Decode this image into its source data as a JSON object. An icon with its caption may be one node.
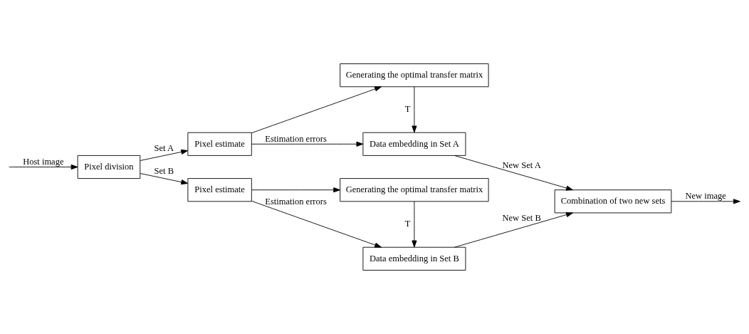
{
  "diagram": {
    "nodes": [
      {
        "text": [
          "Pixel division"
        ]
      },
      {
        "text": [
          "Pixel estimate"
        ]
      },
      {
        "text": [
          "Generating the optimal transfer matrix"
        ]
      },
      {
        "text": [
          "Data embedding in Set A"
        ]
      },
      {
        "text": [
          "Combination of two new sets"
        ]
      },
      {
        "text": [
          "Pixel estimate"
        ]
      },
      {
        "text": [
          "Data embedding in Set B"
        ]
      },
      {
        "text": [
          "Generating the optimal transfer matrix"
        ]
      }
    ],
    "edges": [
      {
        "from": null,
        "to": 0,
        "arrow": "to",
        "label": "Host image"
      },
      {
        "from": 0,
        "to": 1,
        "arrow": "to",
        "label": "Set A"
      },
      {
        "from": 0,
        "to": 5,
        "arrow": "to",
        "label": "Set B"
      },
      {
        "from": 1,
        "to": 3,
        "arrow": "to",
        "label": "Estimation errors"
      },
      {
        "from": 1,
        "to": 2,
        "arrow": "to"
      },
      {
        "from": 2,
        "to": 3,
        "arrow": "to",
        "label": "T"
      },
      {
        "from": 3,
        "to": 4,
        "arrow": "to",
        "label": "New Set A"
      },
      {
        "from": 4,
        "to": null,
        "arrow": "to",
        "label": "New image"
      },
      {
        "from": 5,
        "to": 6,
        "arrow": "to",
        "label": "Estimation errors"
      },
      {
        "from": 5,
        "to": 7,
        "arrow": "to"
      },
      {
        "from": 7,
        "to": 6,
        "arrow": "to",
        "label": "T"
      },
      {
        "from": 6,
        "to": 4,
        "arrow": "to",
        "label": "New Set B"
      }
    ]
  }
}
